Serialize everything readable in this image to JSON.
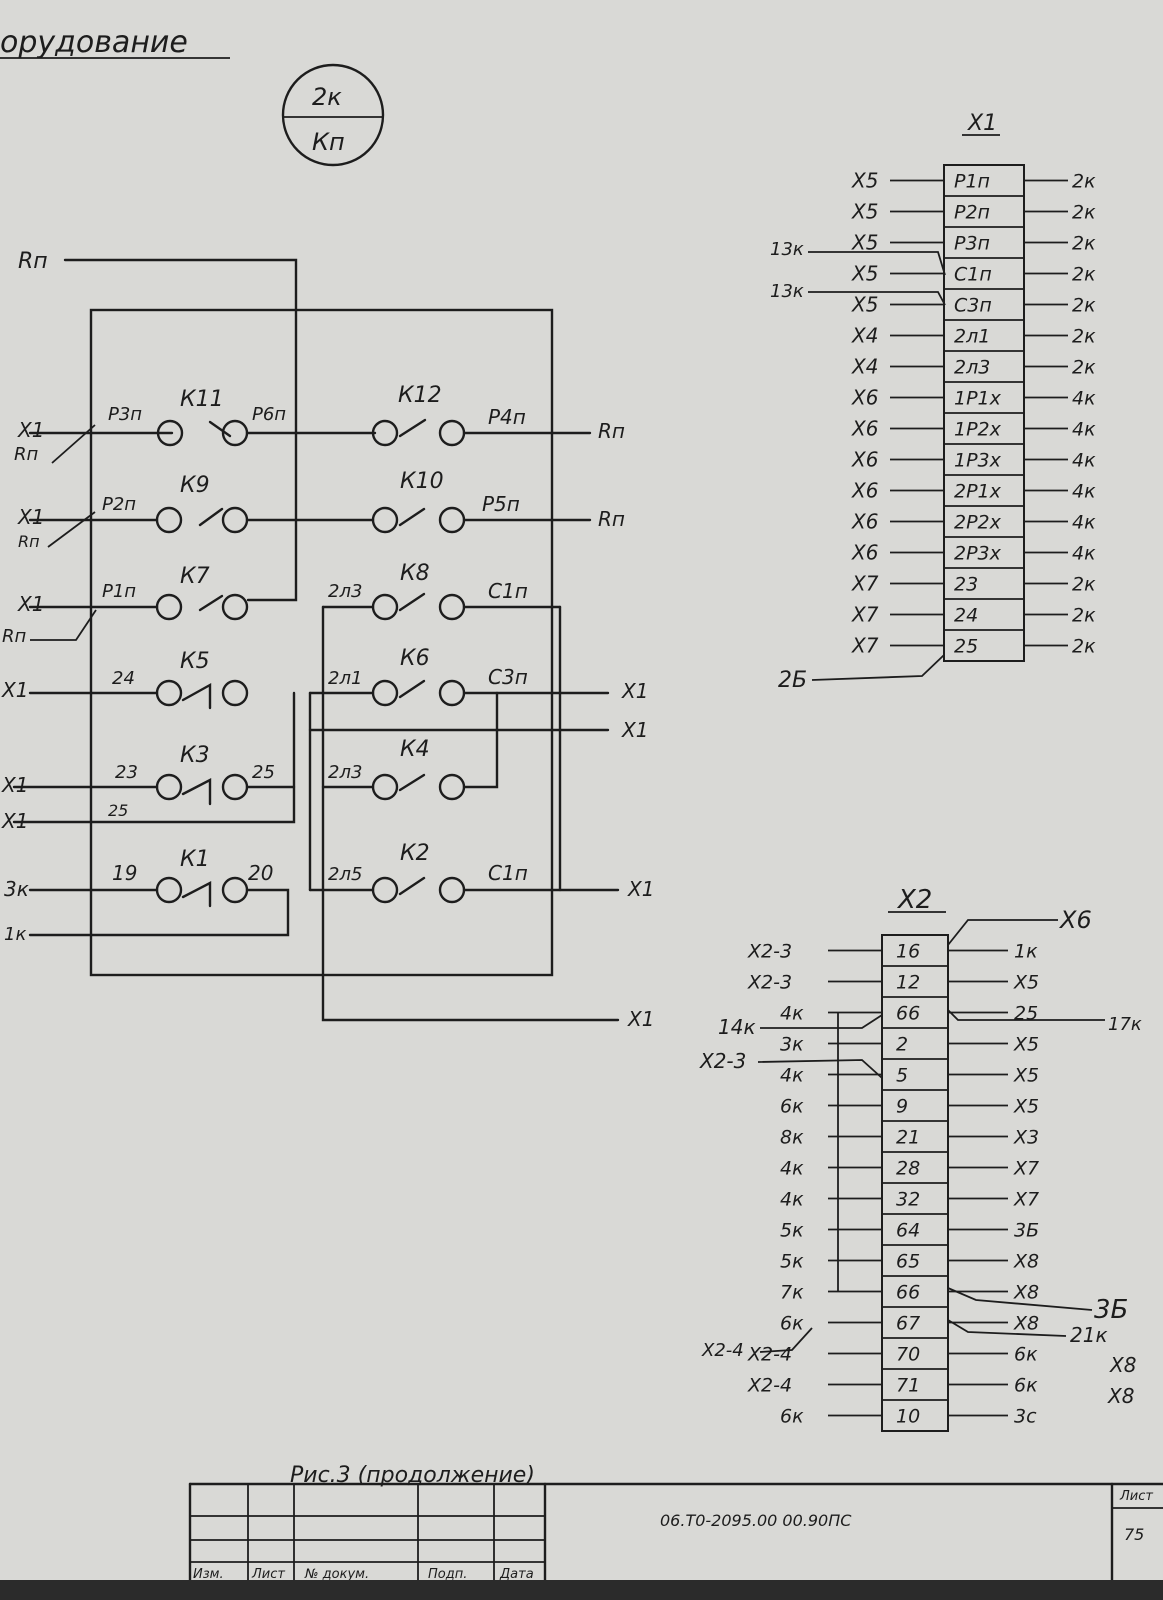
{
  "header": {
    "title": "орудование"
  },
  "symbol": {
    "top": "2к",
    "bottom": "Кп"
  },
  "caption": "Рис.3 (продолжение)",
  "title_block": {
    "labels": [
      "Изм.",
      "Лист",
      "№ докум.",
      "Подп.",
      "Дата"
    ],
    "code": "06.Т0-2095.00 00.90ПС",
    "sheet_label": "Лист",
    "sheet_no": "75"
  },
  "schematic": {
    "feed_label": "Rп",
    "contacts": [
      {
        "id": "К11",
        "left": "Р3п",
        "right": "Р6п"
      },
      {
        "id": "К12",
        "left": "",
        "right": "Р4п"
      },
      {
        "id": "К9",
        "left": "Р2п",
        "right": ""
      },
      {
        "id": "К10",
        "left": "",
        "right": "Р5п"
      },
      {
        "id": "К7",
        "left": "Р1п",
        "right": ""
      },
      {
        "id": "К8",
        "left": "2л3",
        "right": "С1п"
      },
      {
        "id": "К5",
        "left": "24",
        "right": ""
      },
      {
        "id": "К6",
        "left": "2л1",
        "right": "С3п"
      },
      {
        "id": "К3",
        "left": "23",
        "right": "25"
      },
      {
        "id": "К4",
        "left": "2л3",
        "right": ""
      },
      {
        "id": "К1",
        "left": "19",
        "right": "20"
      },
      {
        "id": "К2",
        "left": "2л5",
        "right": "С1п"
      }
    ],
    "left_labels": [
      "Х1",
      "Rп",
      "Х1",
      "Rп",
      "Х1",
      "Rп",
      "Х1",
      "Х1",
      "25",
      "Х1",
      "3к",
      "1к"
    ],
    "right_labels": [
      "Rп",
      "Rп",
      "Х1",
      "Х1",
      "Х1",
      "Х1"
    ]
  },
  "x1_connector": {
    "title": "Х1",
    "rows": [
      {
        "left": "Х5",
        "pin": "Р1п",
        "right": "2к"
      },
      {
        "left": "Х5",
        "pin": "Р2п",
        "right": "2к"
      },
      {
        "left": "Х5",
        "pin": "Р3п",
        "right": "2к"
      },
      {
        "left": "Х5",
        "pin": "С1п",
        "right": "2к"
      },
      {
        "left": "Х5",
        "pin": "С3п",
        "right": "2к"
      },
      {
        "left": "Х4",
        "pin": "2л1",
        "right": "2к"
      },
      {
        "left": "Х4",
        "pin": "2л3",
        "right": "2к"
      },
      {
        "left": "Х6",
        "pin": "1Р1х",
        "right": "4к"
      },
      {
        "left": "Х6",
        "pin": "1Р2х",
        "right": "4к"
      },
      {
        "left": "Х6",
        "pin": "1Р3х",
        "right": "4к"
      },
      {
        "left": "Х6",
        "pin": "2Р1х",
        "right": "4к"
      },
      {
        "left": "Х6",
        "pin": "2Р2х",
        "right": "4к"
      },
      {
        "left": "Х6",
        "pin": "2Р3х",
        "right": "4к"
      },
      {
        "left": "Х7",
        "pin": "23",
        "right": "2к"
      },
      {
        "left": "Х7",
        "pin": "24",
        "right": "2к"
      },
      {
        "left": "Х7",
        "pin": "25",
        "right": "2к"
      }
    ],
    "extra_left": [
      "13к",
      "13к",
      "2Б"
    ]
  },
  "x2_connector": {
    "title": "Х2",
    "rows": [
      {
        "left": "Х2-3",
        "pin": "16",
        "right": "1к"
      },
      {
        "left": "Х2-3",
        "pin": "12",
        "right": "Х5"
      },
      {
        "left": "4к",
        "pin": "66",
        "right": "25"
      },
      {
        "left": "3к",
        "pin": "2",
        "right": "Х5"
      },
      {
        "left": "4к",
        "pin": "5",
        "right": "Х5"
      },
      {
        "left": "6к",
        "pin": "9",
        "right": "Х5"
      },
      {
        "left": "8к",
        "pin": "21",
        "right": "Х3"
      },
      {
        "left": "4к",
        "pin": "28",
        "right": "Х7"
      },
      {
        "left": "4к",
        "pin": "32",
        "right": "Х7"
      },
      {
        "left": "5к",
        "pin": "64",
        "right": "3Б"
      },
      {
        "left": "5к",
        "pin": "65",
        "right": "Х8"
      },
      {
        "left": "7к",
        "pin": "66",
        "right": "Х8"
      },
      {
        "left": "6к",
        "pin": "67",
        "right": "Х8"
      },
      {
        "left": "Х2-4",
        "pin": "70",
        "right": "6к"
      },
      {
        "left": "Х2-4",
        "pin": "71",
        "right": "6к"
      },
      {
        "left": "6к",
        "pin": "10",
        "right": "3с"
      }
    ],
    "extra_labels": [
      "Х6",
      "17к",
      "14к",
      "Х2-3",
      "3Б",
      "21к",
      "Х8",
      "Х8",
      "Х2-4"
    ]
  }
}
